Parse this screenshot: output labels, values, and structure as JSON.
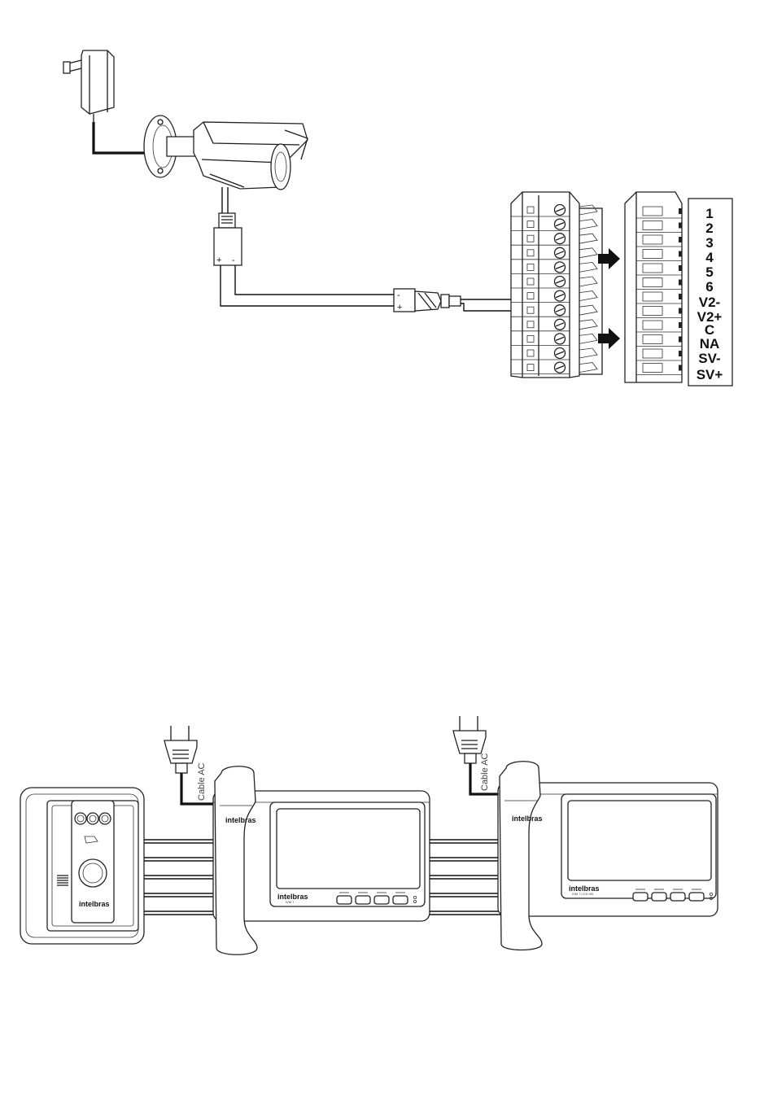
{
  "diagram_top": {
    "terminal_labels": [
      "1",
      "2",
      "3",
      "4",
      "5",
      "6",
      "V2-",
      "V2+",
      "C",
      "NA",
      "SV-",
      "SV+"
    ],
    "camera_connector_polarity": [
      "+",
      "-"
    ],
    "inline_connector_polarity": [
      "-",
      "+"
    ]
  },
  "diagram_bottom": {
    "cable_label_left": "Cable  AC",
    "cable_label_right": "Cable  AC",
    "door_station_brand": "intelbras",
    "monitor_left": {
      "brand": "intelbras",
      "model": "IVM 7",
      "button_count": 4
    },
    "monitor_right": {
      "brand": "intelbras",
      "model": "IVM 7 LCD HD",
      "button_count": 4
    }
  }
}
